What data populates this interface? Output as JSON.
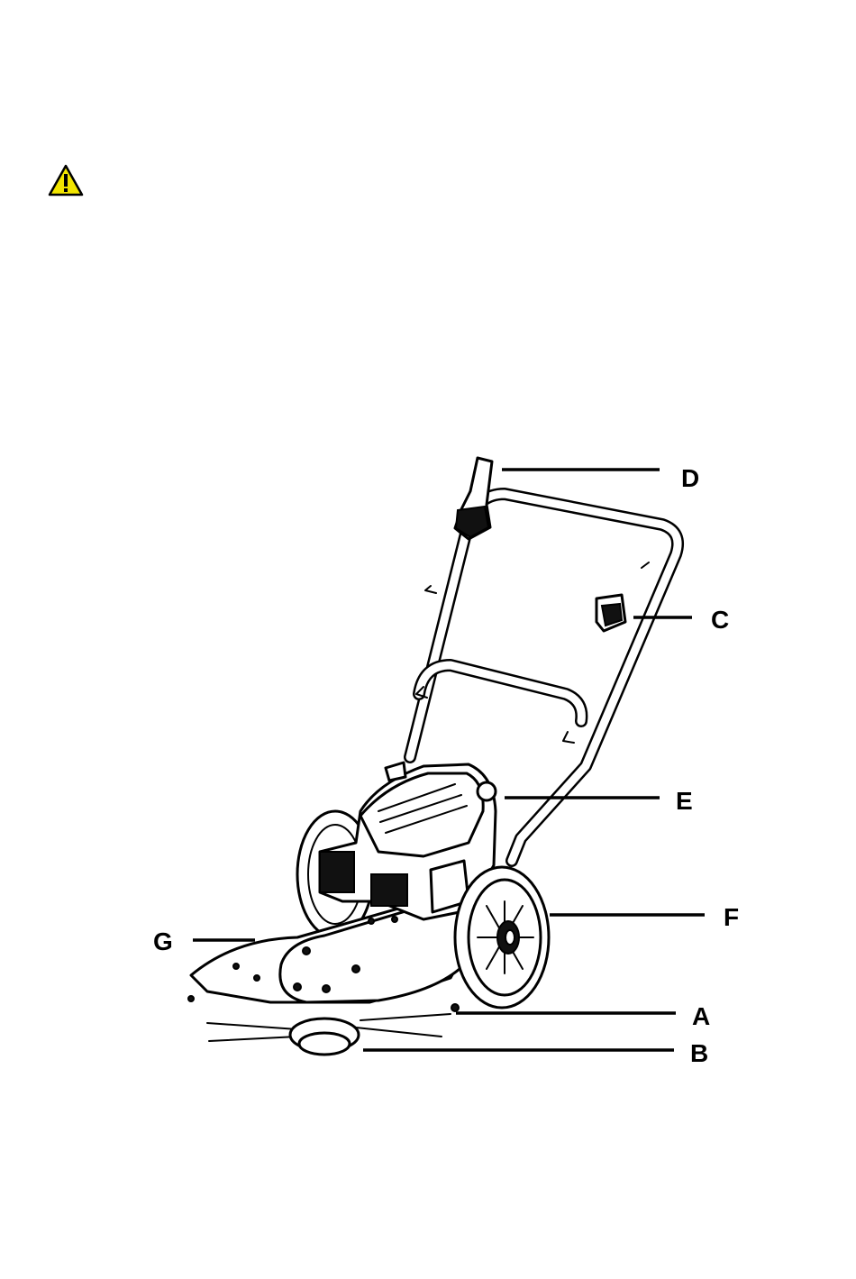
{
  "warning": {
    "icon": "warning-triangle-icon",
    "color": "#f2e500"
  },
  "callouts": [
    {
      "id": "D",
      "label": "D"
    },
    {
      "id": "C",
      "label": "C"
    },
    {
      "id": "E",
      "label": "E"
    },
    {
      "id": "F",
      "label": "F"
    },
    {
      "id": "G",
      "label": "G"
    },
    {
      "id": "A",
      "label": "A"
    },
    {
      "id": "B",
      "label": "B"
    }
  ]
}
